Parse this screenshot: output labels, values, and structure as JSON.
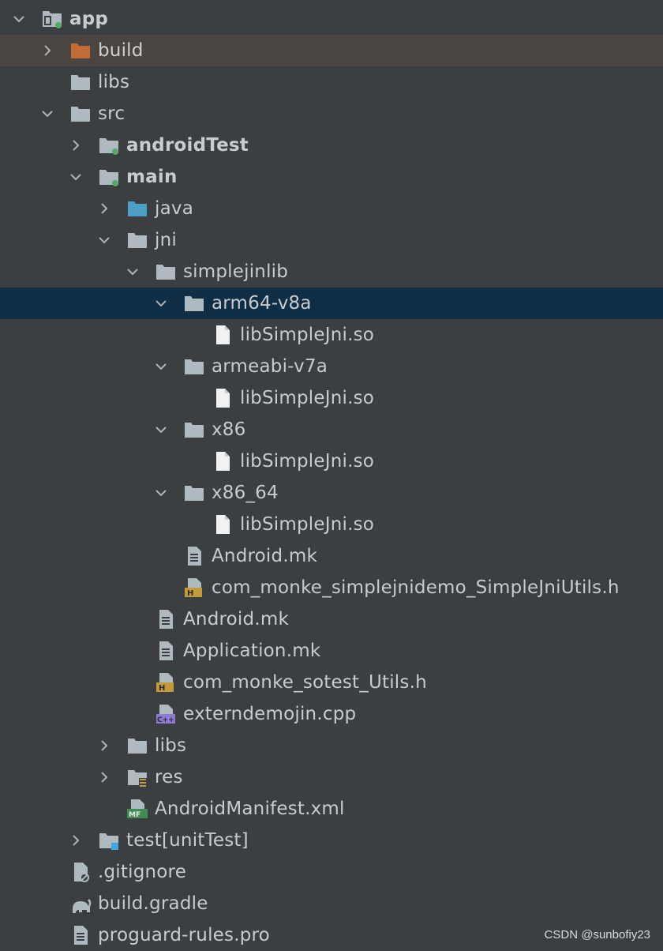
{
  "project_tree": [
    {
      "label": "app",
      "kind": "module",
      "bold": true,
      "expanded": true,
      "has_children": true,
      "depth": 0
    },
    {
      "label": "build",
      "kind": "folder-orange",
      "expanded": false,
      "has_children": true,
      "depth": 1,
      "highlight": "build"
    },
    {
      "label": "libs",
      "kind": "folder",
      "has_children": false,
      "depth": 1
    },
    {
      "label": "src",
      "kind": "folder",
      "expanded": true,
      "has_children": true,
      "depth": 1
    },
    {
      "label": "androidTest",
      "kind": "source-root",
      "bold": true,
      "expanded": false,
      "has_children": true,
      "depth": 2
    },
    {
      "label": "main",
      "kind": "source-root",
      "bold": true,
      "expanded": true,
      "has_children": true,
      "depth": 2
    },
    {
      "label": "java",
      "kind": "folder-blue",
      "expanded": false,
      "has_children": true,
      "depth": 3
    },
    {
      "label": "jni",
      "kind": "folder",
      "expanded": true,
      "has_children": true,
      "depth": 3
    },
    {
      "label": "simplejinlib",
      "kind": "folder",
      "expanded": true,
      "has_children": true,
      "depth": 4
    },
    {
      "label": "arm64-v8a",
      "kind": "folder",
      "expanded": true,
      "has_children": true,
      "depth": 5,
      "selected": true
    },
    {
      "label": "libSimpleJni.so",
      "kind": "file",
      "has_children": false,
      "depth": 6
    },
    {
      "label": "armeabi-v7a",
      "kind": "folder",
      "expanded": true,
      "has_children": true,
      "depth": 5
    },
    {
      "label": "libSimpleJni.so",
      "kind": "file",
      "has_children": false,
      "depth": 6
    },
    {
      "label": "x86",
      "kind": "folder",
      "expanded": true,
      "has_children": true,
      "depth": 5
    },
    {
      "label": "libSimpleJni.so",
      "kind": "file",
      "has_children": false,
      "depth": 6
    },
    {
      "label": "x86_64",
      "kind": "folder",
      "expanded": true,
      "has_children": true,
      "depth": 5
    },
    {
      "label": "libSimpleJni.so",
      "kind": "file",
      "has_children": false,
      "depth": 6
    },
    {
      "label": "Android.mk",
      "kind": "text-file",
      "has_children": false,
      "depth": 5
    },
    {
      "label": "com_monke_simplejnidemo_SimpleJniUtils.h",
      "kind": "header-file",
      "has_children": false,
      "depth": 5
    },
    {
      "label": "Android.mk",
      "kind": "text-file",
      "has_children": false,
      "depth": 4
    },
    {
      "label": "Application.mk",
      "kind": "text-file",
      "has_children": false,
      "depth": 4
    },
    {
      "label": "com_monke_sotest_Utils.h",
      "kind": "header-file",
      "has_children": false,
      "depth": 4
    },
    {
      "label": "externdemojin.cpp",
      "kind": "cpp-file",
      "has_children": false,
      "depth": 4
    },
    {
      "label": "libs",
      "kind": "folder",
      "expanded": false,
      "has_children": true,
      "depth": 3
    },
    {
      "label": "res",
      "kind": "res-folder",
      "expanded": false,
      "has_children": true,
      "depth": 3
    },
    {
      "label": "AndroidManifest.xml",
      "kind": "manifest-file",
      "has_children": false,
      "depth": 3
    },
    {
      "label": "test",
      "tag": "[unitTest]",
      "kind": "test-root",
      "expanded": false,
      "has_children": true,
      "depth": 2
    },
    {
      "label": ".gitignore",
      "kind": "ignore-file",
      "has_children": false,
      "depth": 1
    },
    {
      "label": "build.gradle",
      "kind": "gradle-file",
      "has_children": false,
      "depth": 1
    },
    {
      "label": "proguard-rules.pro",
      "kind": "text-file",
      "has_children": false,
      "depth": 1
    }
  ],
  "watermark": "CSDN @sunbofiy23",
  "colors": {
    "background": "#3c3f41",
    "selected_row": "#0f2d44",
    "hover_row": "#4a4541",
    "folder": "#aeb9c0",
    "folder_orange": "#c46b3a",
    "folder_blue": "#4e9fc6",
    "source_dot": "#59a869",
    "test_square": "#3fa7e0",
    "header_badge": "#c19a3a",
    "cpp_badge": "#8e7bd0",
    "manifest_badge": "#3f8d53"
  }
}
